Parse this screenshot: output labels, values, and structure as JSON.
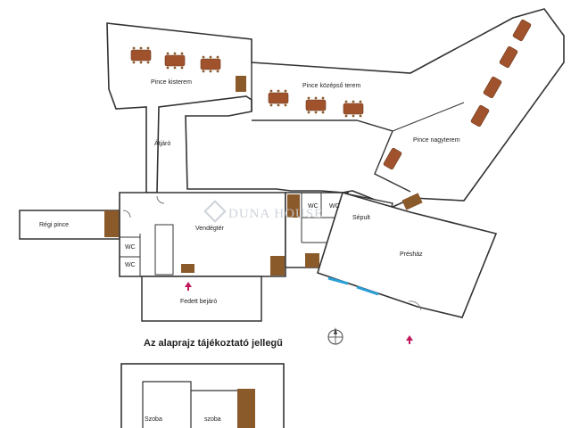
{
  "rooms": {
    "pince_kisterem": "Pince kisterem",
    "pince_kozepso_terem": "Pince középső terem",
    "pince_nagyterem": "Pince nagyterem",
    "atjaro": "Átjáró",
    "regi_pince": "Régi pince",
    "vendegter": "Vendégtér",
    "wc_1": "WC",
    "wc_2": "WC",
    "wc_3": "WC",
    "wc_4": "WC",
    "sepult": "Sépult",
    "preshaz": "Présház",
    "fedett_bejaro": "Fedett bejáró",
    "szoba_1": "Szoba",
    "szoba_2": "szoba"
  },
  "disclaimer": "Az alaprajz tájékoztató jellegű",
  "watermark": "DUNA HOUSE",
  "colors": {
    "wall": "#333333",
    "stairs": "#8b5a2b",
    "table": "#a0522d",
    "arrow": "#c2185b",
    "window": "#2a9fd6"
  }
}
